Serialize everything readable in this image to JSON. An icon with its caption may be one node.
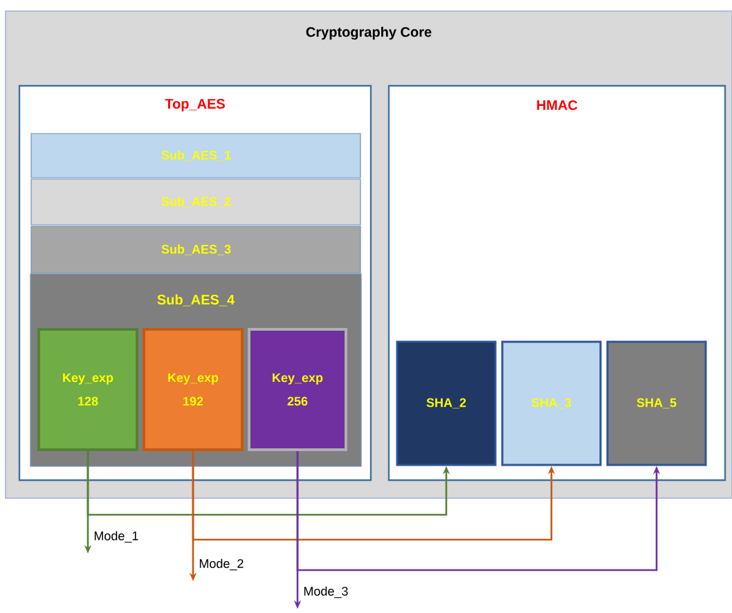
{
  "diagram": {
    "nodes": [
      {
        "text": [
          "Cryptography Core"
        ]
      },
      {
        "text": [
          "Top_AES"
        ],
        "in": 0
      },
      {
        "text": [
          "Sub_AES_1"
        ],
        "in": 1
      },
      {
        "text": [
          "Sub_AES_2"
        ],
        "in": 1
      },
      {
        "text": [
          "Sub_AES_3"
        ],
        "in": 1
      },
      {
        "text": [
          "Sub_AES_4"
        ],
        "in": 1
      },
      {
        "text": [
          "Key_exp 128"
        ],
        "in": 5
      },
      {
        "text": [
          "Key_exp 192"
        ],
        "in": 5
      },
      {
        "text": [
          "Key_exp 256"
        ],
        "in": 5
      },
      {
        "text": [
          "HMAC"
        ],
        "in": 0
      },
      {
        "text": [
          "SHA_2"
        ],
        "in": 9
      },
      {
        "text": [
          "SHA_3"
        ],
        "in": 9
      },
      {
        "text": [
          "SHA_5"
        ],
        "in": 9
      }
    ],
    "edges": [
      {
        "from": 6,
        "to": null,
        "arrow": "to",
        "label": "Mode_1",
        "color": "#548235"
      },
      {
        "from": 6,
        "to": 10,
        "arrow": "to",
        "color": "#548235"
      },
      {
        "from": 7,
        "to": null,
        "arrow": "to",
        "label": "Mode_2",
        "color": "#c55a11"
      },
      {
        "from": 7,
        "to": 11,
        "arrow": "to",
        "color": "#c55a11"
      },
      {
        "from": 8,
        "to": null,
        "arrow": "to",
        "label": "Mode_3",
        "color": "#7030a0"
      },
      {
        "from": 8,
        "to": 12,
        "arrow": "to",
        "color": "#7030a0"
      }
    ]
  }
}
